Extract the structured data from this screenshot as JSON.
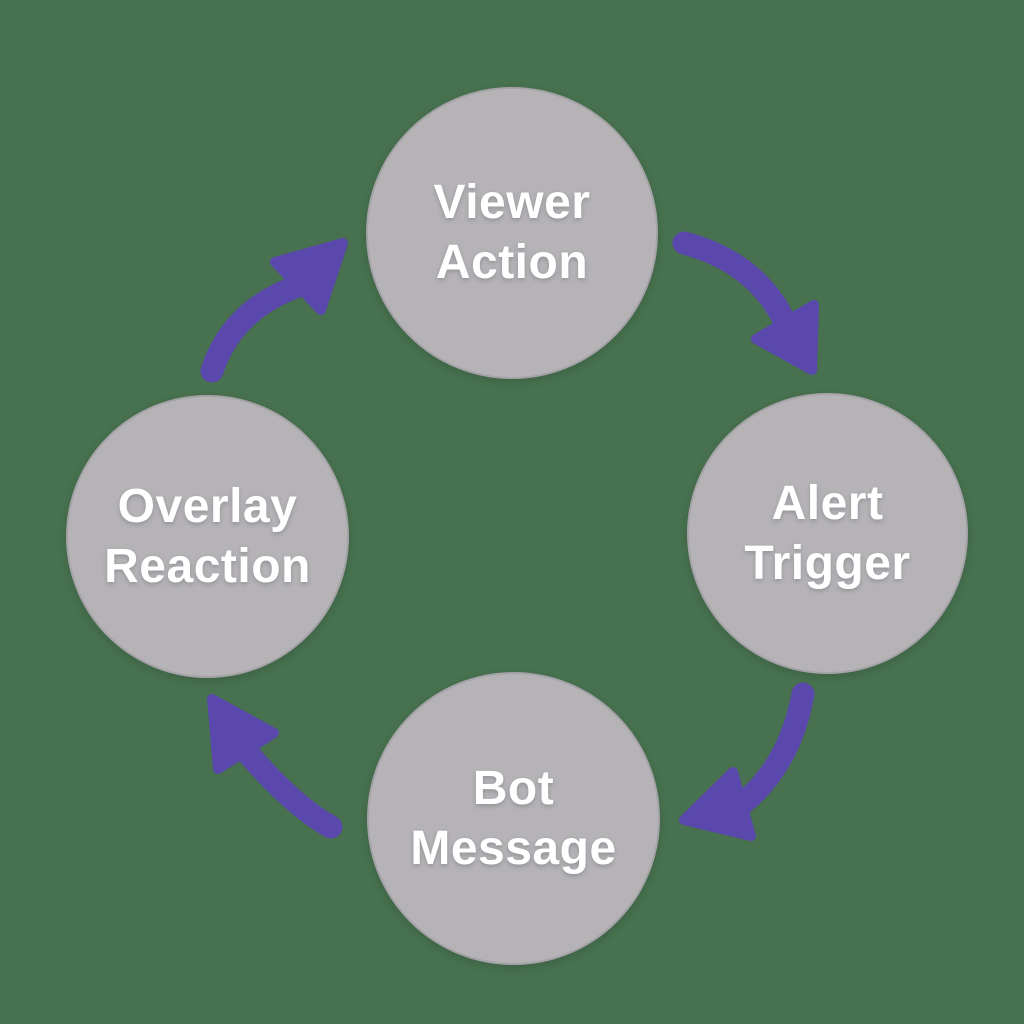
{
  "diagram": {
    "type": "cycle",
    "direction": "clockwise",
    "nodes": [
      {
        "id": "viewer-action",
        "line1": "Viewer",
        "line2": "Action"
      },
      {
        "id": "alert-trigger",
        "line1": "Alert",
        "line2": "Trigger"
      },
      {
        "id": "bot-message",
        "line1": "Bot",
        "line2": "Message"
      },
      {
        "id": "overlay-reaction",
        "line1": "Overlay",
        "line2": "Reaction"
      }
    ],
    "edges": [
      {
        "from": "Viewer Action",
        "to": "Alert Trigger"
      },
      {
        "from": "Alert Trigger",
        "to": "Bot Message"
      },
      {
        "from": "Bot Message",
        "to": "Overlay Reaction"
      },
      {
        "from": "Overlay Reaction",
        "to": "Viewer Action"
      }
    ],
    "colors": {
      "background": "#47714F",
      "node_fill": "#B5B3B6",
      "node_border": "#A5A3A8",
      "text": "#FFFFFF",
      "arrow": "#5A48AC"
    }
  }
}
